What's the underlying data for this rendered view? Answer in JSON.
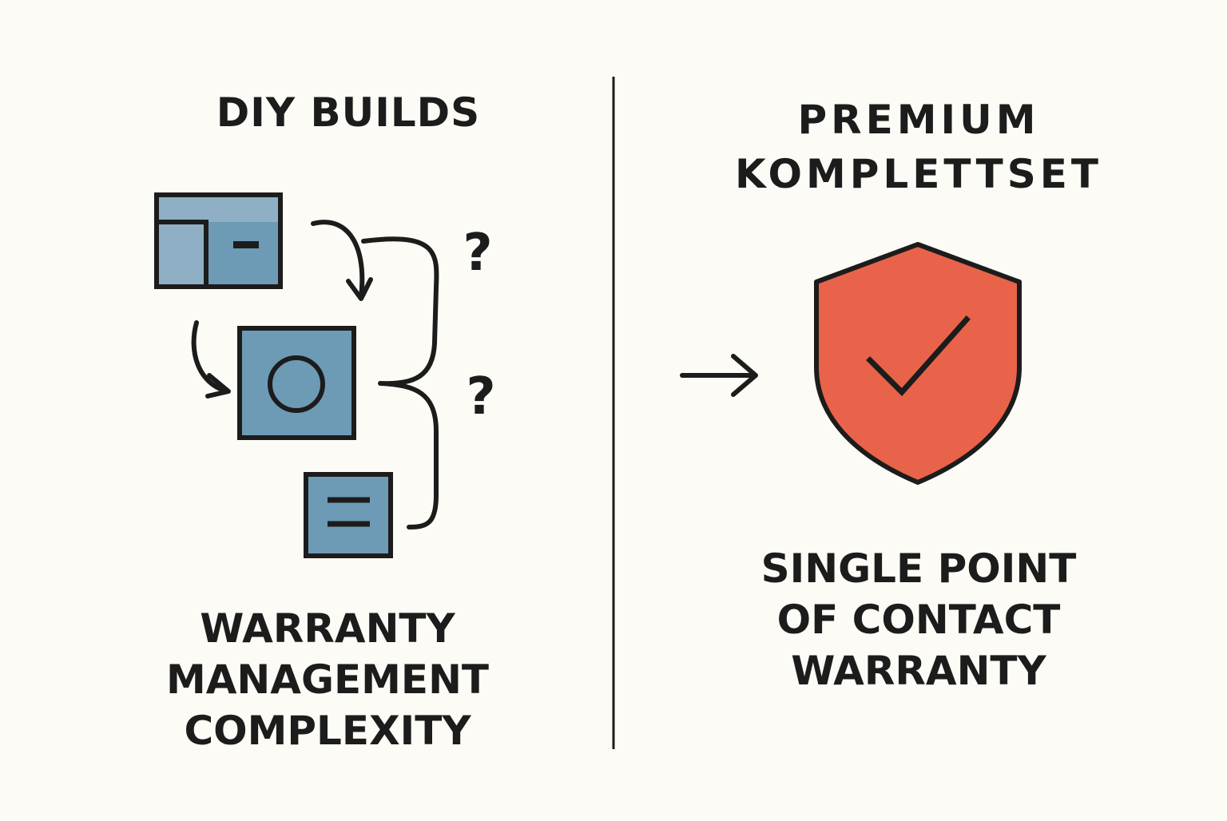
{
  "colors": {
    "background": "#fdfbf5",
    "ink": "#1c1c1c",
    "box_fill": "#6d9bb6",
    "box_fill_light": "#8fb0c4",
    "shield_fill": "#e9634a"
  },
  "left": {
    "title": "DIY BUILDS",
    "caption_lines": [
      "WARRANTY",
      "MANAGEMENT",
      "COMPLEXITY"
    ],
    "question_marks": [
      "?",
      "?"
    ],
    "icons": [
      "window-component-icon",
      "circle-component-icon",
      "list-component-icon"
    ]
  },
  "right": {
    "title_lines": [
      "PREMIUM",
      "KOMPLETTSET"
    ],
    "caption_lines": [
      "SINGLE POINT",
      "OF CONTACT",
      "WARRANTY"
    ],
    "icons": [
      "arrow-right-icon",
      "shield-check-icon"
    ]
  }
}
